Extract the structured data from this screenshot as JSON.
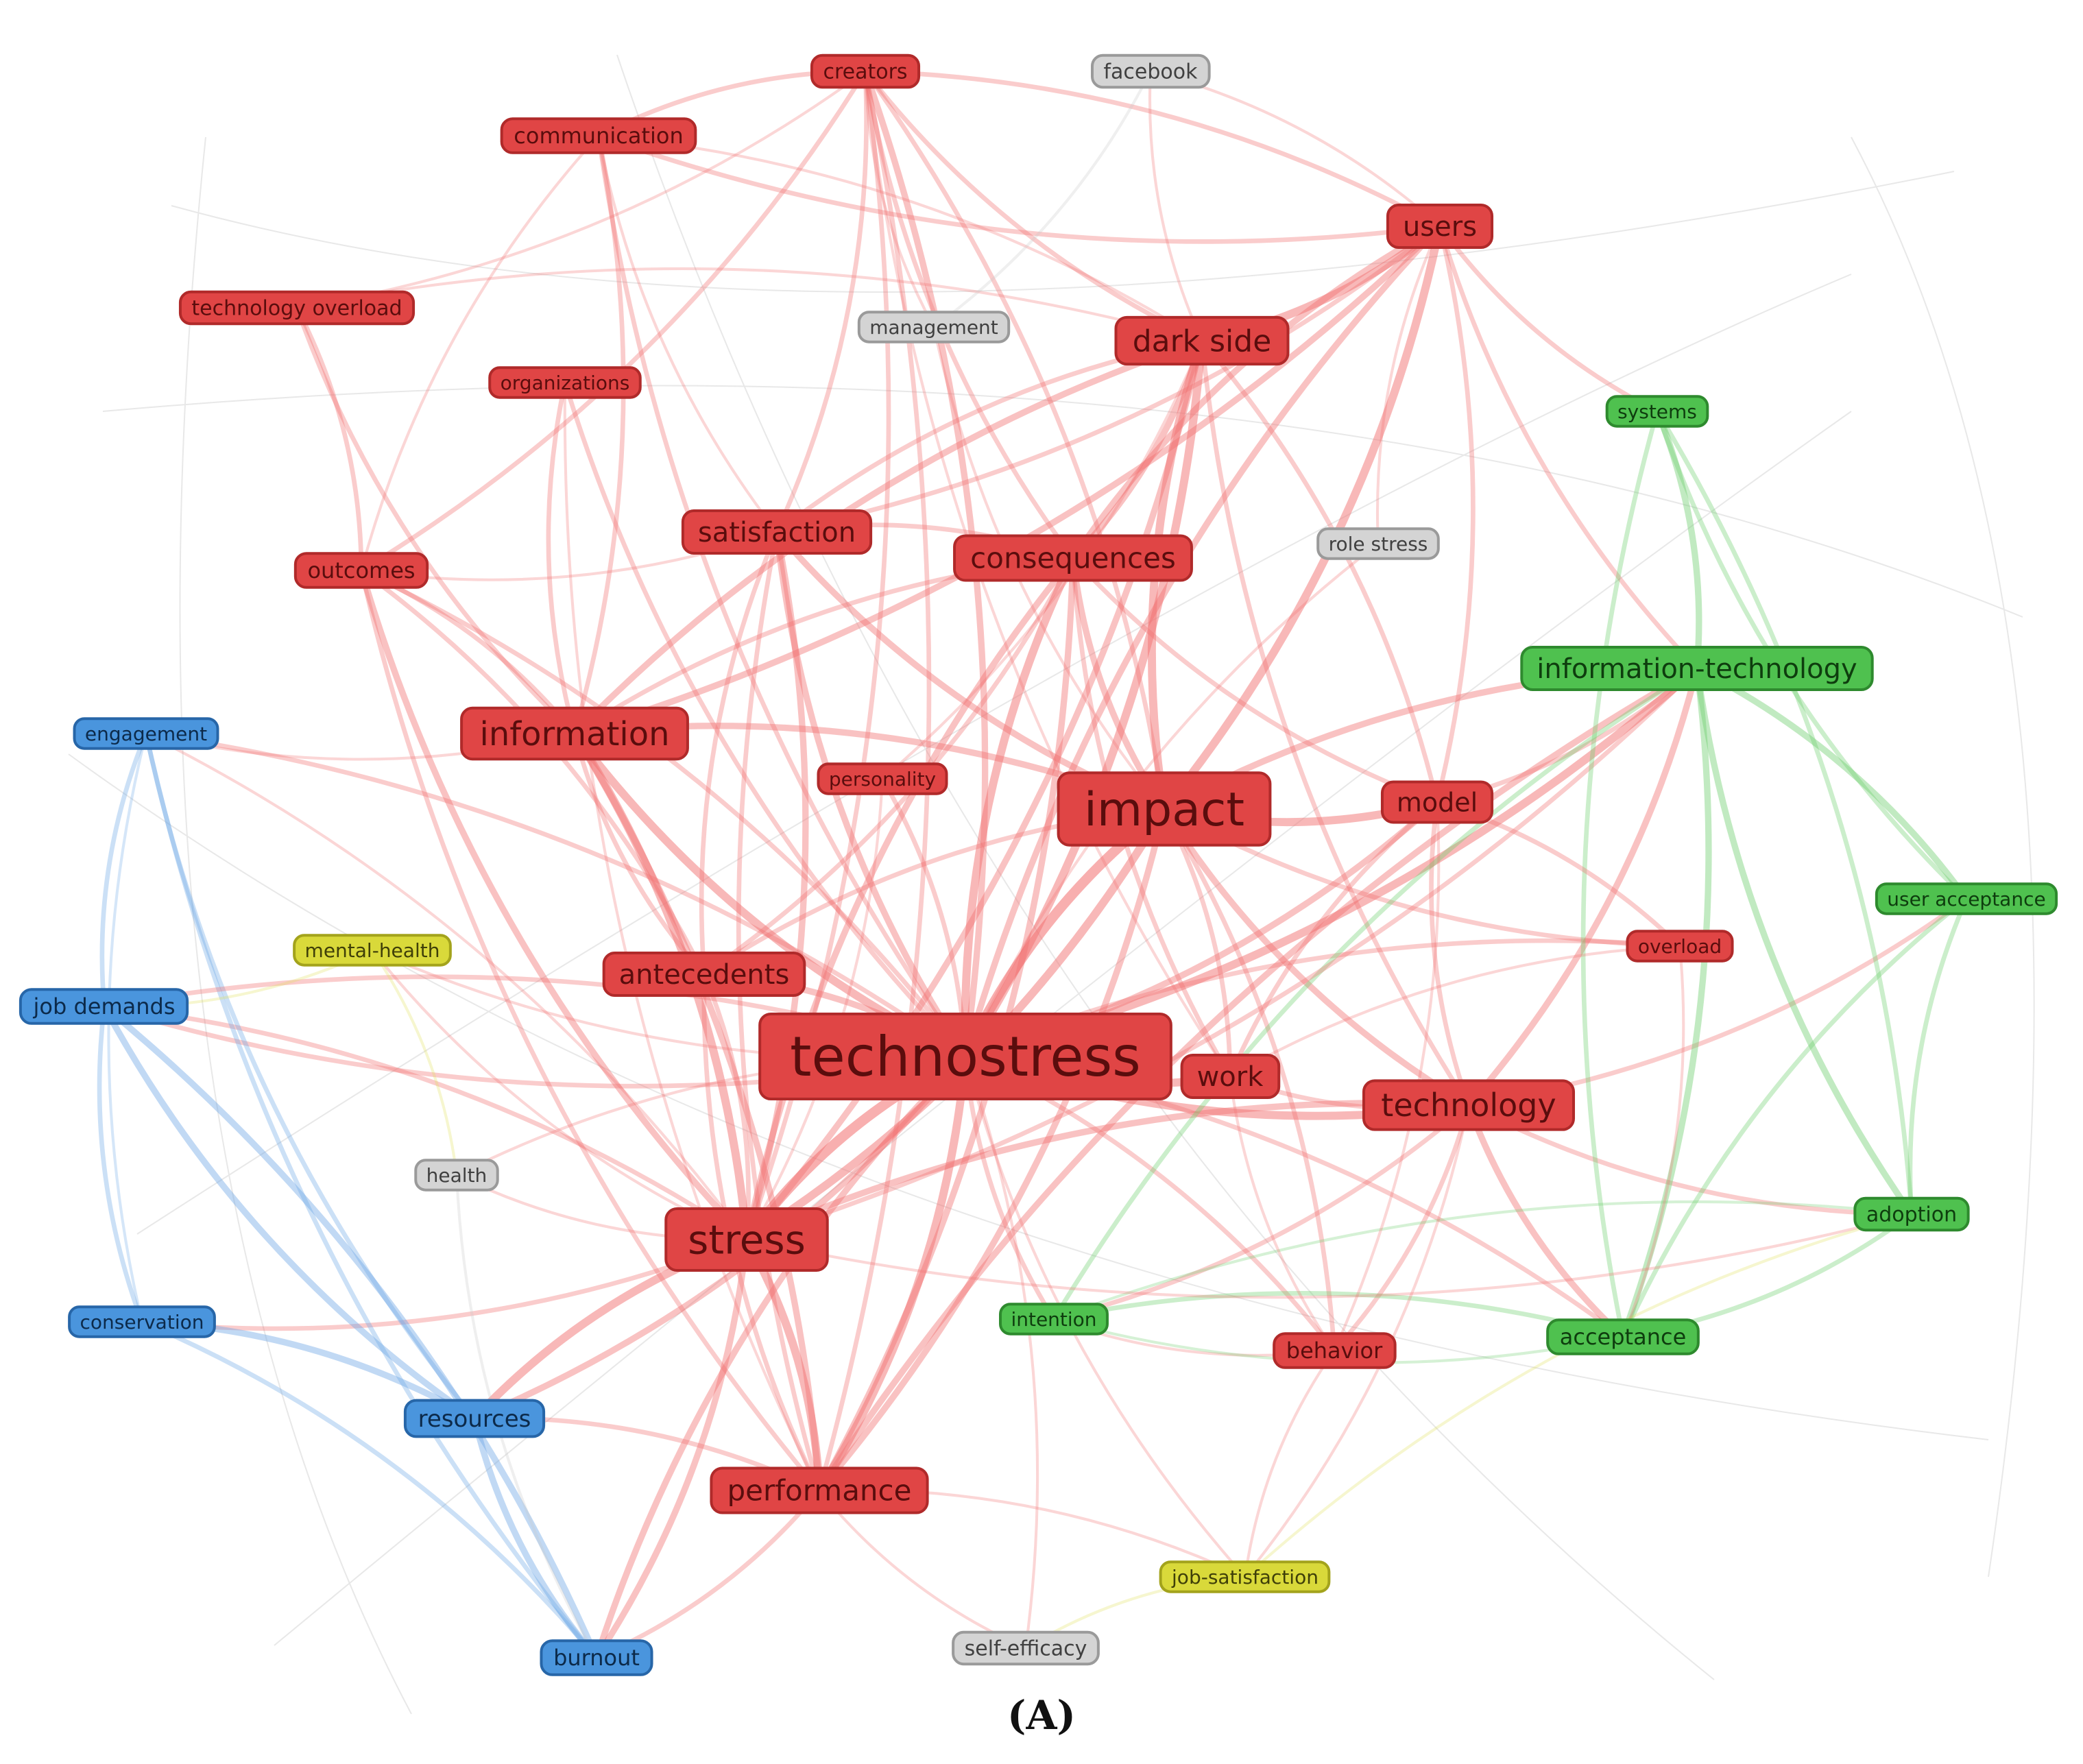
{
  "cluster_colors": {
    "red": {
      "fill": "#e04545",
      "stroke": "#b02a2a",
      "text": "#5a0d0d",
      "edge": "#f27272"
    },
    "green": {
      "fill": "#4fc14f",
      "stroke": "#2e8a2e",
      "text": "#0e3d0e",
      "edge": "#6fcf6f"
    },
    "blue": {
      "fill": "#4a95dd",
      "stroke": "#2766a8",
      "text": "#0c2a4a",
      "edge": "#6fa8e6"
    },
    "yellow": {
      "fill": "#d9d93a",
      "stroke": "#a3a31c",
      "text": "#3f3f08",
      "edge": "#e0df5a"
    },
    "gray": {
      "fill": "#d4d4d4",
      "stroke": "#9a9a9a",
      "text": "#404040",
      "edge": "#c8c8c8"
    }
  },
  "nodes": [
    {
      "id": "technostress",
      "label": "technostress",
      "cluster": "red"
    },
    {
      "id": "impact",
      "label": "impact",
      "cluster": "red"
    },
    {
      "id": "stress",
      "label": "stress",
      "cluster": "red"
    },
    {
      "id": "information",
      "label": "information",
      "cluster": "red"
    },
    {
      "id": "technology",
      "label": "technology",
      "cluster": "red"
    },
    {
      "id": "consequences",
      "label": "consequences",
      "cluster": "red"
    },
    {
      "id": "dark_side",
      "label": "dark side",
      "cluster": "red"
    },
    {
      "id": "performance",
      "label": "performance",
      "cluster": "red"
    },
    {
      "id": "antecedents",
      "label": "antecedents",
      "cluster": "red"
    },
    {
      "id": "satisfaction",
      "label": "satisfaction",
      "cluster": "red"
    },
    {
      "id": "work",
      "label": "work",
      "cluster": "red"
    },
    {
      "id": "users",
      "label": "users",
      "cluster": "red"
    },
    {
      "id": "model",
      "label": "model",
      "cluster": "red"
    },
    {
      "id": "communication",
      "label": "communication",
      "cluster": "red"
    },
    {
      "id": "outcomes",
      "label": "outcomes",
      "cluster": "red"
    },
    {
      "id": "behavior",
      "label": "behavior",
      "cluster": "red"
    },
    {
      "id": "creators",
      "label": "creators",
      "cluster": "red"
    },
    {
      "id": "technology_overload",
      "label": "technology overload",
      "cluster": "red"
    },
    {
      "id": "organizations",
      "label": "organizations",
      "cluster": "red"
    },
    {
      "id": "personality",
      "label": "personality",
      "cluster": "red"
    },
    {
      "id": "overload",
      "label": "overload",
      "cluster": "red"
    },
    {
      "id": "information_technology",
      "label": "information-technology",
      "cluster": "green"
    },
    {
      "id": "systems",
      "label": "systems",
      "cluster": "green"
    },
    {
      "id": "user_acceptance",
      "label": "user acceptance",
      "cluster": "green"
    },
    {
      "id": "adoption",
      "label": "adoption",
      "cluster": "green"
    },
    {
      "id": "acceptance",
      "label": "acceptance",
      "cluster": "green"
    },
    {
      "id": "intention",
      "label": "intention",
      "cluster": "green"
    },
    {
      "id": "engagement",
      "label": "engagement",
      "cluster": "blue"
    },
    {
      "id": "job_demands",
      "label": "job demands",
      "cluster": "blue"
    },
    {
      "id": "conservation",
      "label": "conservation",
      "cluster": "blue"
    },
    {
      "id": "resources",
      "label": "resources",
      "cluster": "blue"
    },
    {
      "id": "burnout",
      "label": "burnout",
      "cluster": "blue"
    },
    {
      "id": "mental_health",
      "label": "mental-health",
      "cluster": "yellow"
    },
    {
      "id": "job_satisfaction",
      "label": "job-satisfaction",
      "cluster": "yellow"
    },
    {
      "id": "facebook",
      "label": "facebook",
      "cluster": "gray"
    },
    {
      "id": "management",
      "label": "management",
      "cluster": "gray"
    },
    {
      "id": "role_stress",
      "label": "role stress",
      "cluster": "gray"
    },
    {
      "id": "health",
      "label": "health",
      "cluster": "gray"
    },
    {
      "id": "self_efficacy",
      "label": "self-efficacy",
      "cluster": "gray"
    }
  ],
  "edges": [
    [
      "technostress",
      "impact",
      5
    ],
    [
      "technostress",
      "stress",
      5
    ],
    [
      "technostress",
      "information",
      4
    ],
    [
      "technostress",
      "technology",
      4
    ],
    [
      "technostress",
      "consequences",
      4
    ],
    [
      "technostress",
      "dark_side",
      4
    ],
    [
      "technostress",
      "performance",
      4
    ],
    [
      "technostress",
      "antecedents",
      3
    ],
    [
      "technostress",
      "satisfaction",
      3
    ],
    [
      "technostress",
      "work",
      4
    ],
    [
      "technostress",
      "users",
      3
    ],
    [
      "technostress",
      "model",
      3
    ],
    [
      "technostress",
      "communication",
      2
    ],
    [
      "technostress",
      "outcomes",
      2
    ],
    [
      "technostress",
      "behavior",
      2
    ],
    [
      "technostress",
      "creators",
      3
    ],
    [
      "technostress",
      "organizations",
      2
    ],
    [
      "technostress",
      "personality",
      2
    ],
    [
      "technostress",
      "overload",
      2
    ],
    [
      "technostress",
      "information_technology",
      4
    ],
    [
      "technostress",
      "resources",
      3
    ],
    [
      "technostress",
      "burnout",
      3
    ],
    [
      "technostress",
      "job_demands",
      2
    ],
    [
      "technostress",
      "intention",
      2
    ],
    [
      "technostress",
      "acceptance",
      2
    ],
    [
      "technostress",
      "health",
      1
    ],
    [
      "technostress",
      "self_efficacy",
      1
    ],
    [
      "technostress",
      "job_satisfaction",
      1
    ],
    [
      "technostress",
      "mental_health",
      1
    ],
    [
      "technostress",
      "engagement",
      2
    ],
    [
      "impact",
      "dark_side",
      4
    ],
    [
      "impact",
      "users",
      4
    ],
    [
      "impact",
      "stress",
      4
    ],
    [
      "impact",
      "information",
      3
    ],
    [
      "impact",
      "consequences",
      3
    ],
    [
      "impact",
      "model",
      4
    ],
    [
      "impact",
      "performance",
      3
    ],
    [
      "impact",
      "technology",
      3
    ],
    [
      "impact",
      "information_technology",
      3
    ],
    [
      "impact",
      "antecedents",
      2
    ],
    [
      "impact",
      "satisfaction",
      3
    ],
    [
      "impact",
      "creators",
      2
    ],
    [
      "impact",
      "work",
      2
    ],
    [
      "impact",
      "overload",
      2
    ],
    [
      "impact",
      "behavior",
      2
    ],
    [
      "stress",
      "information",
      4
    ],
    [
      "stress",
      "performance",
      4
    ],
    [
      "stress",
      "resources",
      4
    ],
    [
      "stress",
      "burnout",
      3
    ],
    [
      "stress",
      "satisfaction",
      3
    ],
    [
      "stress",
      "consequences",
      3
    ],
    [
      "stress",
      "dark_side",
      3
    ],
    [
      "stress",
      "outcomes",
      3
    ],
    [
      "stress",
      "job_demands",
      2
    ],
    [
      "stress",
      "technology",
      3
    ],
    [
      "stress",
      "antecedents",
      2
    ],
    [
      "stress",
      "health",
      1
    ],
    [
      "stress",
      "creators",
      2
    ],
    [
      "stress",
      "conservation",
      2
    ],
    [
      "stress",
      "engagement",
      1
    ],
    [
      "information",
      "dark_side",
      3
    ],
    [
      "information",
      "users",
      3
    ],
    [
      "information",
      "consequences",
      2
    ],
    [
      "information",
      "communication",
      2
    ],
    [
      "information",
      "technology_overload",
      2
    ],
    [
      "information",
      "outcomes",
      2
    ],
    [
      "information",
      "performance",
      3
    ],
    [
      "information",
      "antecedents",
      2
    ],
    [
      "information",
      "organizations",
      2
    ],
    [
      "dark_side",
      "users",
      4
    ],
    [
      "dark_side",
      "consequences",
      3
    ],
    [
      "dark_side",
      "satisfaction",
      2
    ],
    [
      "dark_side",
      "creators",
      2
    ],
    [
      "dark_side",
      "technology",
      2
    ],
    [
      "dark_side",
      "model",
      2
    ],
    [
      "users",
      "consequences",
      3
    ],
    [
      "users",
      "model",
      2
    ],
    [
      "users",
      "information_technology",
      2
    ],
    [
      "users",
      "communication",
      2
    ],
    [
      "users",
      "creators",
      2
    ],
    [
      "users",
      "satisfaction",
      2
    ],
    [
      "technology",
      "information_technology",
      3
    ],
    [
      "technology",
      "work",
      2
    ],
    [
      "technology",
      "acceptance",
      3
    ],
    [
      "technology",
      "behavior",
      2
    ],
    [
      "technology",
      "adoption",
      2
    ],
    [
      "technology",
      "model",
      2
    ],
    [
      "technology",
      "user_acceptance",
      2
    ],
    [
      "technology",
      "intention",
      2
    ],
    [
      "information_technology",
      "systems",
      3
    ],
    [
      "information_technology",
      "user_acceptance",
      3
    ],
    [
      "information_technology",
      "adoption",
      3
    ],
    [
      "information_technology",
      "acceptance",
      3
    ],
    [
      "information_technology",
      "performance",
      3
    ],
    [
      "information_technology",
      "model",
      2
    ],
    [
      "information_technology",
      "intention",
      2
    ],
    [
      "information_technology",
      "stress",
      2
    ],
    [
      "systems",
      "user_acceptance",
      2
    ],
    [
      "systems",
      "adoption",
      2
    ],
    [
      "systems",
      "acceptance",
      2
    ],
    [
      "systems",
      "users",
      2
    ],
    [
      "acceptance",
      "adoption",
      2
    ],
    [
      "acceptance",
      "user_acceptance",
      2
    ],
    [
      "acceptance",
      "intention",
      2
    ],
    [
      "adoption",
      "user_acceptance",
      2
    ],
    [
      "adoption",
      "intention",
      1
    ],
    [
      "adoption",
      "stress",
      1
    ],
    [
      "performance",
      "resources",
      2
    ],
    [
      "performance",
      "burnout",
      2
    ],
    [
      "performance",
      "consequences",
      3
    ],
    [
      "performance",
      "satisfaction",
      2
    ],
    [
      "performance",
      "creators",
      2
    ],
    [
      "performance",
      "job_satisfaction",
      1
    ],
    [
      "resources",
      "burnout",
      3
    ],
    [
      "resources",
      "job_demands",
      3
    ],
    [
      "resources",
      "conservation",
      3
    ],
    [
      "resources",
      "engagement",
      2
    ],
    [
      "burnout",
      "job_demands",
      3
    ],
    [
      "burnout",
      "engagement",
      2
    ],
    [
      "burnout",
      "conservation",
      2
    ],
    [
      "job_demands",
      "engagement",
      2
    ],
    [
      "job_demands",
      "conservation",
      2
    ],
    [
      "conservation",
      "engagement",
      1
    ],
    [
      "engagement",
      "information",
      1
    ],
    [
      "job_demands",
      "technostress",
      2
    ],
    [
      "outcomes",
      "technology_overload",
      2
    ],
    [
      "outcomes",
      "communication",
      1
    ],
    [
      "outcomes",
      "creators",
      2
    ],
    [
      "outcomes",
      "antecedents",
      2
    ],
    [
      "outcomes",
      "performance",
      2
    ],
    [
      "communication",
      "creators",
      2
    ],
    [
      "communication",
      "satisfaction",
      1
    ],
    [
      "communication",
      "dark_side",
      1
    ],
    [
      "technology_overload",
      "creators",
      1
    ],
    [
      "technology_overload",
      "dark_side",
      1
    ],
    [
      "creators",
      "consequences",
      2
    ],
    [
      "creators",
      "satisfaction",
      2
    ],
    [
      "creators",
      "work",
      1
    ],
    [
      "satisfaction",
      "consequences",
      2
    ],
    [
      "satisfaction",
      "antecedents",
      2
    ],
    [
      "satisfaction",
      "outcomes",
      1
    ],
    [
      "consequences",
      "model",
      2
    ],
    [
      "consequences",
      "antecedents",
      2
    ],
    [
      "consequences",
      "work",
      2
    ],
    [
      "model",
      "overload",
      2
    ],
    [
      "model",
      "work",
      2
    ],
    [
      "model",
      "behavior",
      1
    ],
    [
      "work",
      "behavior",
      1
    ],
    [
      "work",
      "overload",
      1
    ],
    [
      "antecedents",
      "performance",
      2
    ],
    [
      "behavior",
      "intention",
      1
    ],
    [
      "behavior",
      "job_satisfaction",
      1
    ],
    [
      "mental_health",
      "health",
      1
    ],
    [
      "mental_health",
      "stress",
      1
    ],
    [
      "mental_health",
      "job_demands",
      1
    ],
    [
      "job_satisfaction",
      "self_efficacy",
      1
    ],
    [
      "job_satisfaction",
      "adoption",
      1
    ],
    [
      "job_satisfaction",
      "technology",
      1
    ],
    [
      "facebook",
      "users",
      1
    ],
    [
      "facebook",
      "dark_side",
      1
    ],
    [
      "facebook",
      "management",
      1
    ],
    [
      "management",
      "impact",
      1
    ],
    [
      "management",
      "creators",
      1
    ],
    [
      "role_stress",
      "technostress",
      1
    ],
    [
      "role_stress",
      "users",
      1
    ],
    [
      "health",
      "burnout",
      1
    ],
    [
      "self_efficacy",
      "performance",
      1
    ],
    [
      "personality",
      "dark_side",
      1
    ],
    [
      "personality",
      "stress",
      1
    ],
    [
      "organizations",
      "performance",
      1
    ],
    [
      "overload",
      "acceptance",
      1
    ],
    [
      "intention",
      "acceptance",
      1
    ]
  ],
  "caption": "(A)"
}
